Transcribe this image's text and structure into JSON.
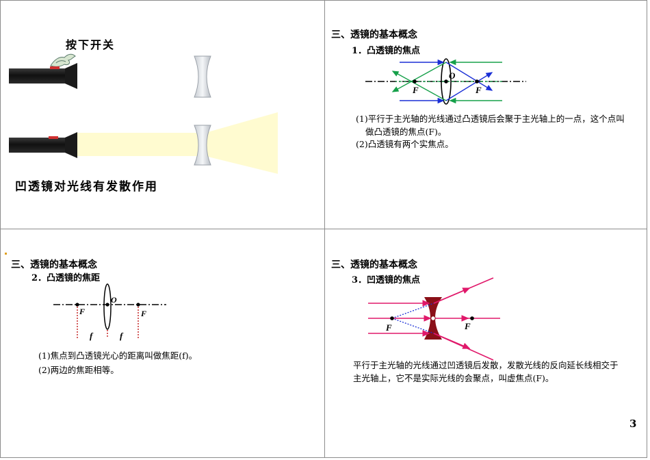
{
  "panel1": {
    "switch_label": "按下开关",
    "caption": "凹透镜对光线有发散作用"
  },
  "panel2": {
    "section_heading": "三、透镜的基本概念",
    "sub_heading": "1．凸透镜的焦点",
    "diagram": {
      "center_label": "O",
      "focus_left": "F",
      "focus_right": "F"
    },
    "point1_line1": "(1)平行于主光轴的光线通过凸透镜后会聚于主光轴上的一点，这个点叫",
    "point1_line2": "做凸透镜的焦点(F)。",
    "point2": "(2)凸透镜有两个实焦点。"
  },
  "panel3": {
    "section_heading": "三、透镜的基本概念",
    "sub_heading": "2．凸透镜的焦距",
    "diagram": {
      "center_label": "O",
      "focus_left": "F",
      "focus_right": "F",
      "focal_left": "f",
      "focal_right": "f"
    },
    "point1": "(1)焦点到凸透镜光心的距离叫做焦距(f)。",
    "point2": "(2)两边的焦距相等。"
  },
  "panel4": {
    "section_heading": "三、透镜的基本概念",
    "sub_heading": "3．凹透镜的焦点",
    "diagram": {
      "focus_left": "F",
      "focus_right": "F"
    },
    "description_line1": "平行于主光轴的光线通过凹透镜后发散，发散光线的反向延长线相交于",
    "description_line2": "主光轴上，它不是实际光线的会聚点，叫虚焦点(F)。"
  },
  "page_number": "3"
}
